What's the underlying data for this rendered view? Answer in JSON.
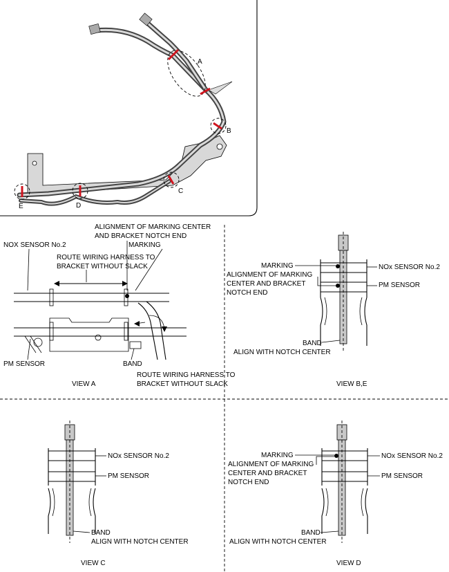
{
  "overview": {
    "callouts": {
      "a": "A",
      "b": "B",
      "c": "C",
      "d": "D",
      "e": "E"
    }
  },
  "view_a": {
    "caption": "VIEW A",
    "alignment_note": [
      "ALIGNMENT OF MARKING CENTER",
      "AND BRACKET NOTCH END"
    ],
    "marking": "MARKING",
    "nox_sensor": "NOX SENSOR No.2",
    "route_top": [
      "ROUTE WIRING HARNESS TO",
      "BRACKET WITHOUT SLACK"
    ],
    "pm_sensor": "PM SENSOR",
    "band": "BAND",
    "route_bottom": [
      "ROUTE WIRING HARNESS TO",
      "BRACKET WITHOUT SLACK"
    ]
  },
  "view_be": {
    "caption": "VIEW B,E",
    "marking": "MARKING",
    "alignment_note": [
      "ALIGNMENT OF MARKING",
      "CENTER AND BRACKET",
      "NOTCH END"
    ],
    "nox_sensor": "NOx SENSOR No.2",
    "pm_sensor": "PM SENSOR",
    "band": "BAND",
    "align_notch": "ALIGN WITH NOTCH CENTER"
  },
  "view_c": {
    "caption": "VIEW C",
    "nox_sensor": "NOx SENSOR No.2",
    "pm_sensor": "PM SENSOR",
    "band": "BAND",
    "align_notch": "ALIGN WITH NOTCH CENTER"
  },
  "view_d": {
    "caption": "VIEW D",
    "marking": "MARKING",
    "alignment_note": [
      "ALIGNMENT OF MARKING",
      "CENTER AND BRACKET",
      "NOTCH END"
    ],
    "nox_sensor": "NOx SENSOR No.2",
    "pm_sensor": "PM SENSOR",
    "band": "BAND",
    "align_notch": "ALIGN WITH NOTCH CENTER"
  },
  "colors": {
    "marker": "#d0141e",
    "rod": "#c8c8c8",
    "pipe": "#444444",
    "bracket": "#d8d8d8"
  }
}
